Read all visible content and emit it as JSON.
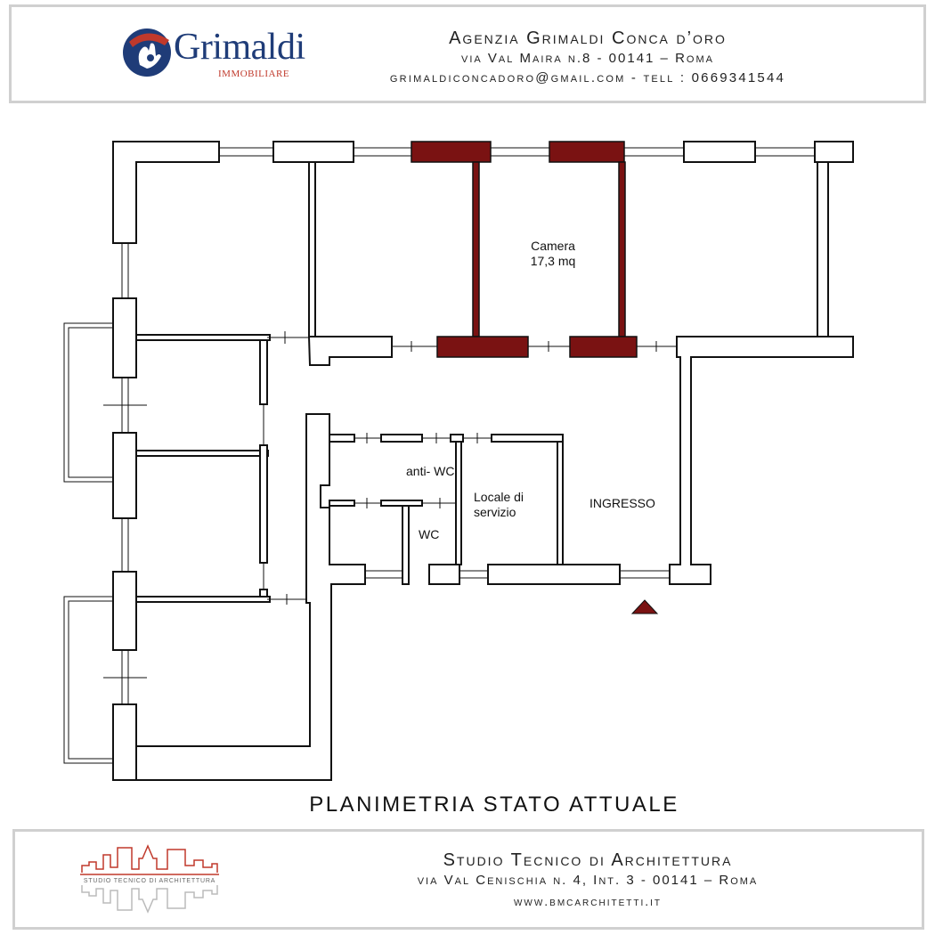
{
  "header": {
    "logo_name": "Grimaldi",
    "logo_sub": "IMMOBILIARE",
    "agency_name": "Agenzia Grimaldi Conca d’oro",
    "agency_address": "via Val Maira n.8  - 00141 – Roma",
    "agency_contact": "grimaldiconcadoro@gmail.com - tell : 0669341544"
  },
  "rooms": {
    "camera_name": "Camera",
    "camera_area": "17,3 mq",
    "anti_wc": "anti- WC",
    "wc": "WC",
    "locale_line1": "Locale di",
    "locale_line2": "servizio",
    "ingresso": "INGRESSO"
  },
  "plan_title": "PLANIMETRIA STATO ATTUALE",
  "footer": {
    "logo_caption": "STUDIO TECNICO DI ARCHITETTURA",
    "studio_name": "Studio Tecnico di Architettura",
    "studio_address": "via Val Cenischia n. 4, Int. 3 - 00141 – Roma",
    "studio_web": "www.bmcarchitetti.it"
  },
  "colors": {
    "highlight_wall": "#7a1212",
    "brand_blue": "#1f3c78",
    "brand_red": "#c0392b"
  }
}
